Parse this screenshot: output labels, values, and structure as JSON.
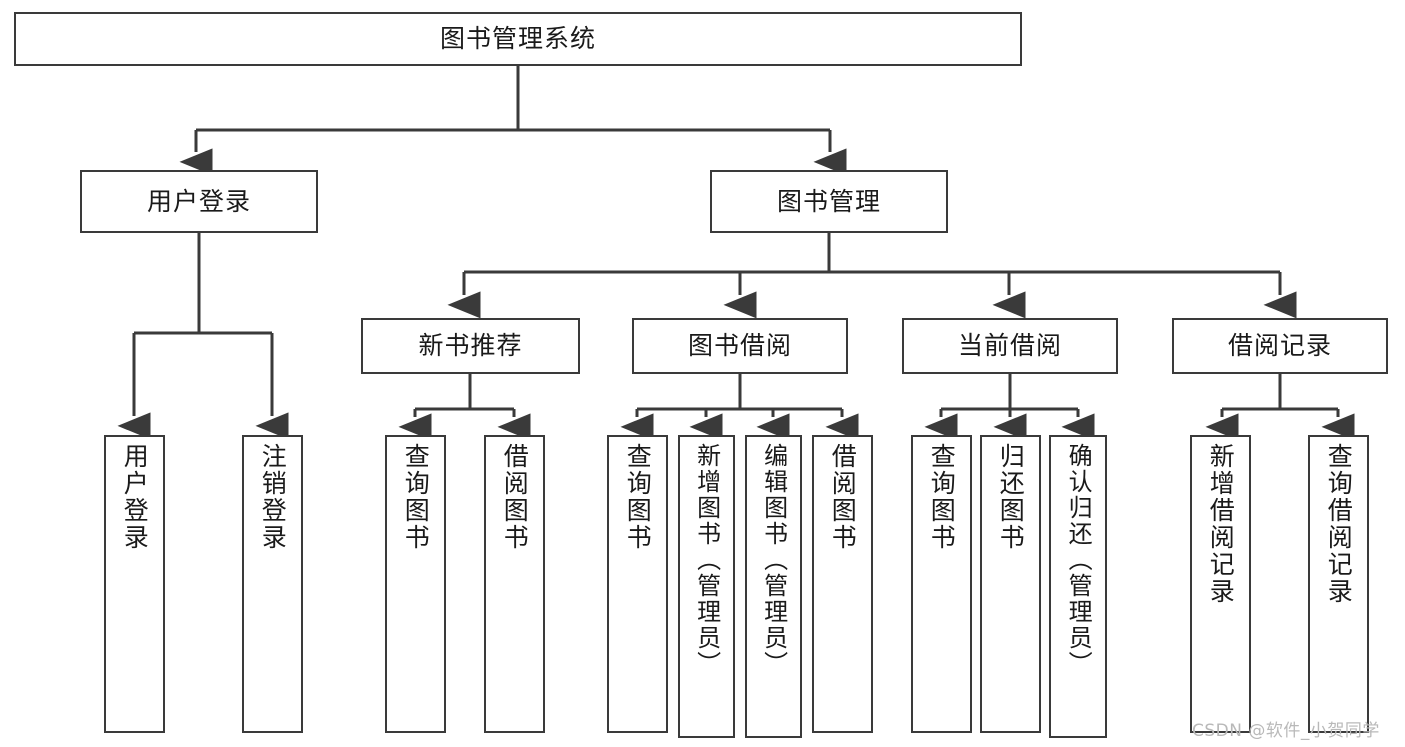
{
  "diagram": {
    "type": "tree",
    "title": "图书管理系统",
    "orientation": "top-down",
    "colors": {
      "box_border": "#3a3a3a",
      "box_fill": "#ffffff",
      "edge": "#3a3a3a",
      "text": "#1a1a1a",
      "watermark": "#b9b9b9"
    },
    "root": {
      "id": "root",
      "label": "图书管理系统"
    },
    "level1": [
      {
        "id": "user-login",
        "label": "用户登录"
      },
      {
        "id": "book-manage",
        "label": "图书管理"
      }
    ],
    "level2": [
      {
        "id": "new-book-recommend",
        "label": "新书推荐",
        "parent": "book-manage"
      },
      {
        "id": "book-borrow",
        "label": "图书借阅",
        "parent": "book-manage"
      },
      {
        "id": "current-borrow",
        "label": "当前借阅",
        "parent": "book-manage"
      },
      {
        "id": "borrow-record",
        "label": "借阅记录",
        "parent": "book-manage"
      }
    ],
    "leaves": [
      {
        "id": "leaf-user-login",
        "label": "用户登录",
        "parent": "user-login"
      },
      {
        "id": "leaf-logout",
        "label": "注销登录",
        "parent": "user-login"
      },
      {
        "id": "leaf-query-book-1",
        "label": "查询图书",
        "parent": "new-book-recommend"
      },
      {
        "id": "leaf-borrow-book-1",
        "label": "借阅图书",
        "parent": "new-book-recommend"
      },
      {
        "id": "leaf-query-book-2",
        "label": "查询图书",
        "parent": "book-borrow"
      },
      {
        "id": "leaf-add-book",
        "label": "新增图书（管理员）",
        "parent": "book-borrow"
      },
      {
        "id": "leaf-edit-book",
        "label": "编辑图书（管理员）",
        "parent": "book-borrow"
      },
      {
        "id": "leaf-borrow-book-2",
        "label": "借阅图书",
        "parent": "book-borrow"
      },
      {
        "id": "leaf-query-book-3",
        "label": "查询图书",
        "parent": "current-borrow"
      },
      {
        "id": "leaf-return-book",
        "label": "归还图书",
        "parent": "current-borrow"
      },
      {
        "id": "leaf-confirm-return",
        "label": "确认归还（管理员）",
        "parent": "current-borrow"
      },
      {
        "id": "leaf-add-record",
        "label": "新增借阅记录",
        "parent": "borrow-record"
      },
      {
        "id": "leaf-query-record",
        "label": "查询借阅记录",
        "parent": "borrow-record"
      }
    ]
  },
  "watermark": {
    "text": "CSDN @软件_小贺同学"
  }
}
